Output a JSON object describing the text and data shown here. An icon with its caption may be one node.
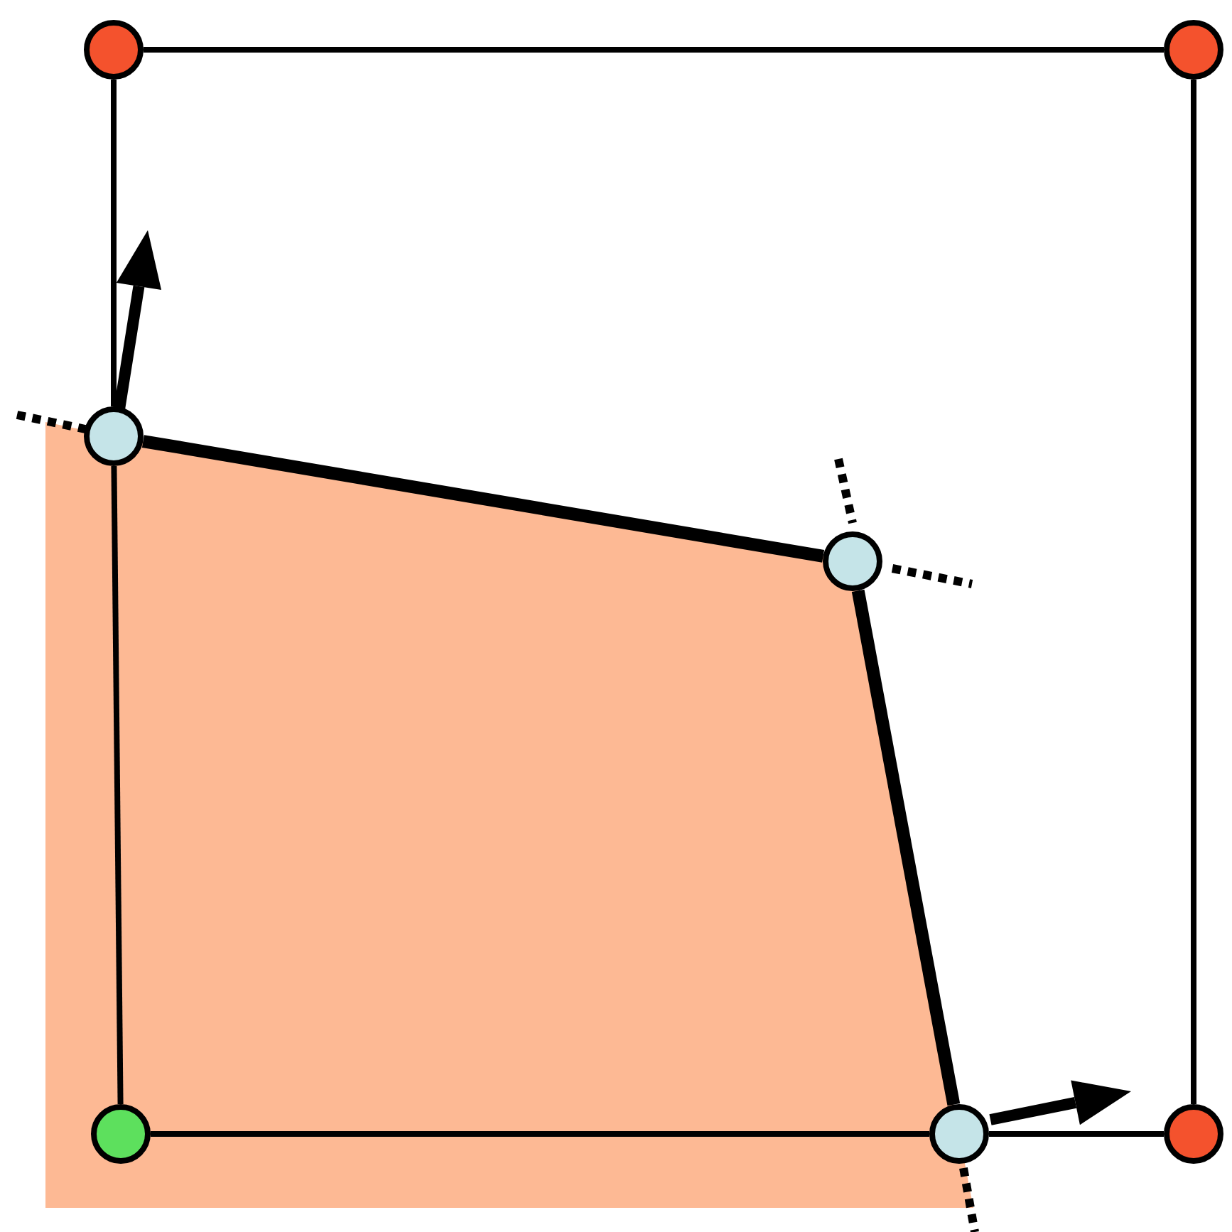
{
  "diagram": {
    "nodes": [
      {
        "text": [],
        "shape": "circle"
      },
      {
        "text": [],
        "shape": "circle"
      },
      {
        "text": [],
        "shape": "circle"
      },
      {
        "text": [],
        "shape": "circle"
      },
      {
        "text": [],
        "shape": "circle"
      },
      {
        "text": [],
        "shape": "circle"
      },
      {
        "text": [],
        "shape": "circle"
      }
    ],
    "edges": [
      {
        "from": 0,
        "to": 1,
        "arrow": "none"
      },
      {
        "from": 1,
        "to": 6,
        "arrow": "none"
      },
      {
        "from": 0,
        "to": 2,
        "arrow": "none"
      },
      {
        "from": 2,
        "to": 4,
        "arrow": "none"
      },
      {
        "from": 4,
        "to": 5,
        "arrow": "none"
      },
      {
        "from": 5,
        "to": 6,
        "arrow": "none"
      },
      {
        "from": 2,
        "to": 3,
        "arrow": "none",
        "style": "thick"
      },
      {
        "from": 3,
        "to": 5,
        "arrow": "none",
        "style": "thick"
      }
    ]
  }
}
